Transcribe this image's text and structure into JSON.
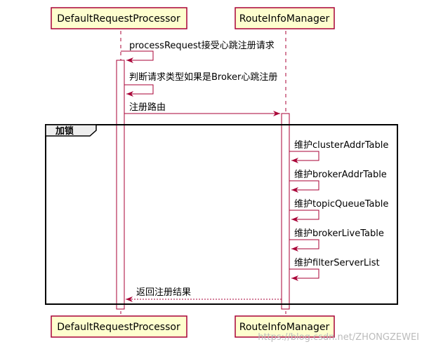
{
  "participants": {
    "left": "DefaultRequestProcessor",
    "right": "RouteInfoManager"
  },
  "messages": [
    "processRequest接受心跳注册请求",
    "判断请求类型如果是Broker心跳注册",
    "注册路由",
    "维护clusterAddrTable",
    "维护brokerAddrTable",
    "维护topicQueueTable",
    "维护brokerLiveTable",
    "维护filterServerList",
    "返回注册结果"
  ],
  "group": {
    "label": "加锁"
  },
  "watermark": "https://blog.csdn.net/ZHONGZEWEI",
  "colors": {
    "line": "#a80036",
    "participant_fill": "#fefece",
    "frame": "#000000",
    "frame_tab": "#eeeeee"
  }
}
